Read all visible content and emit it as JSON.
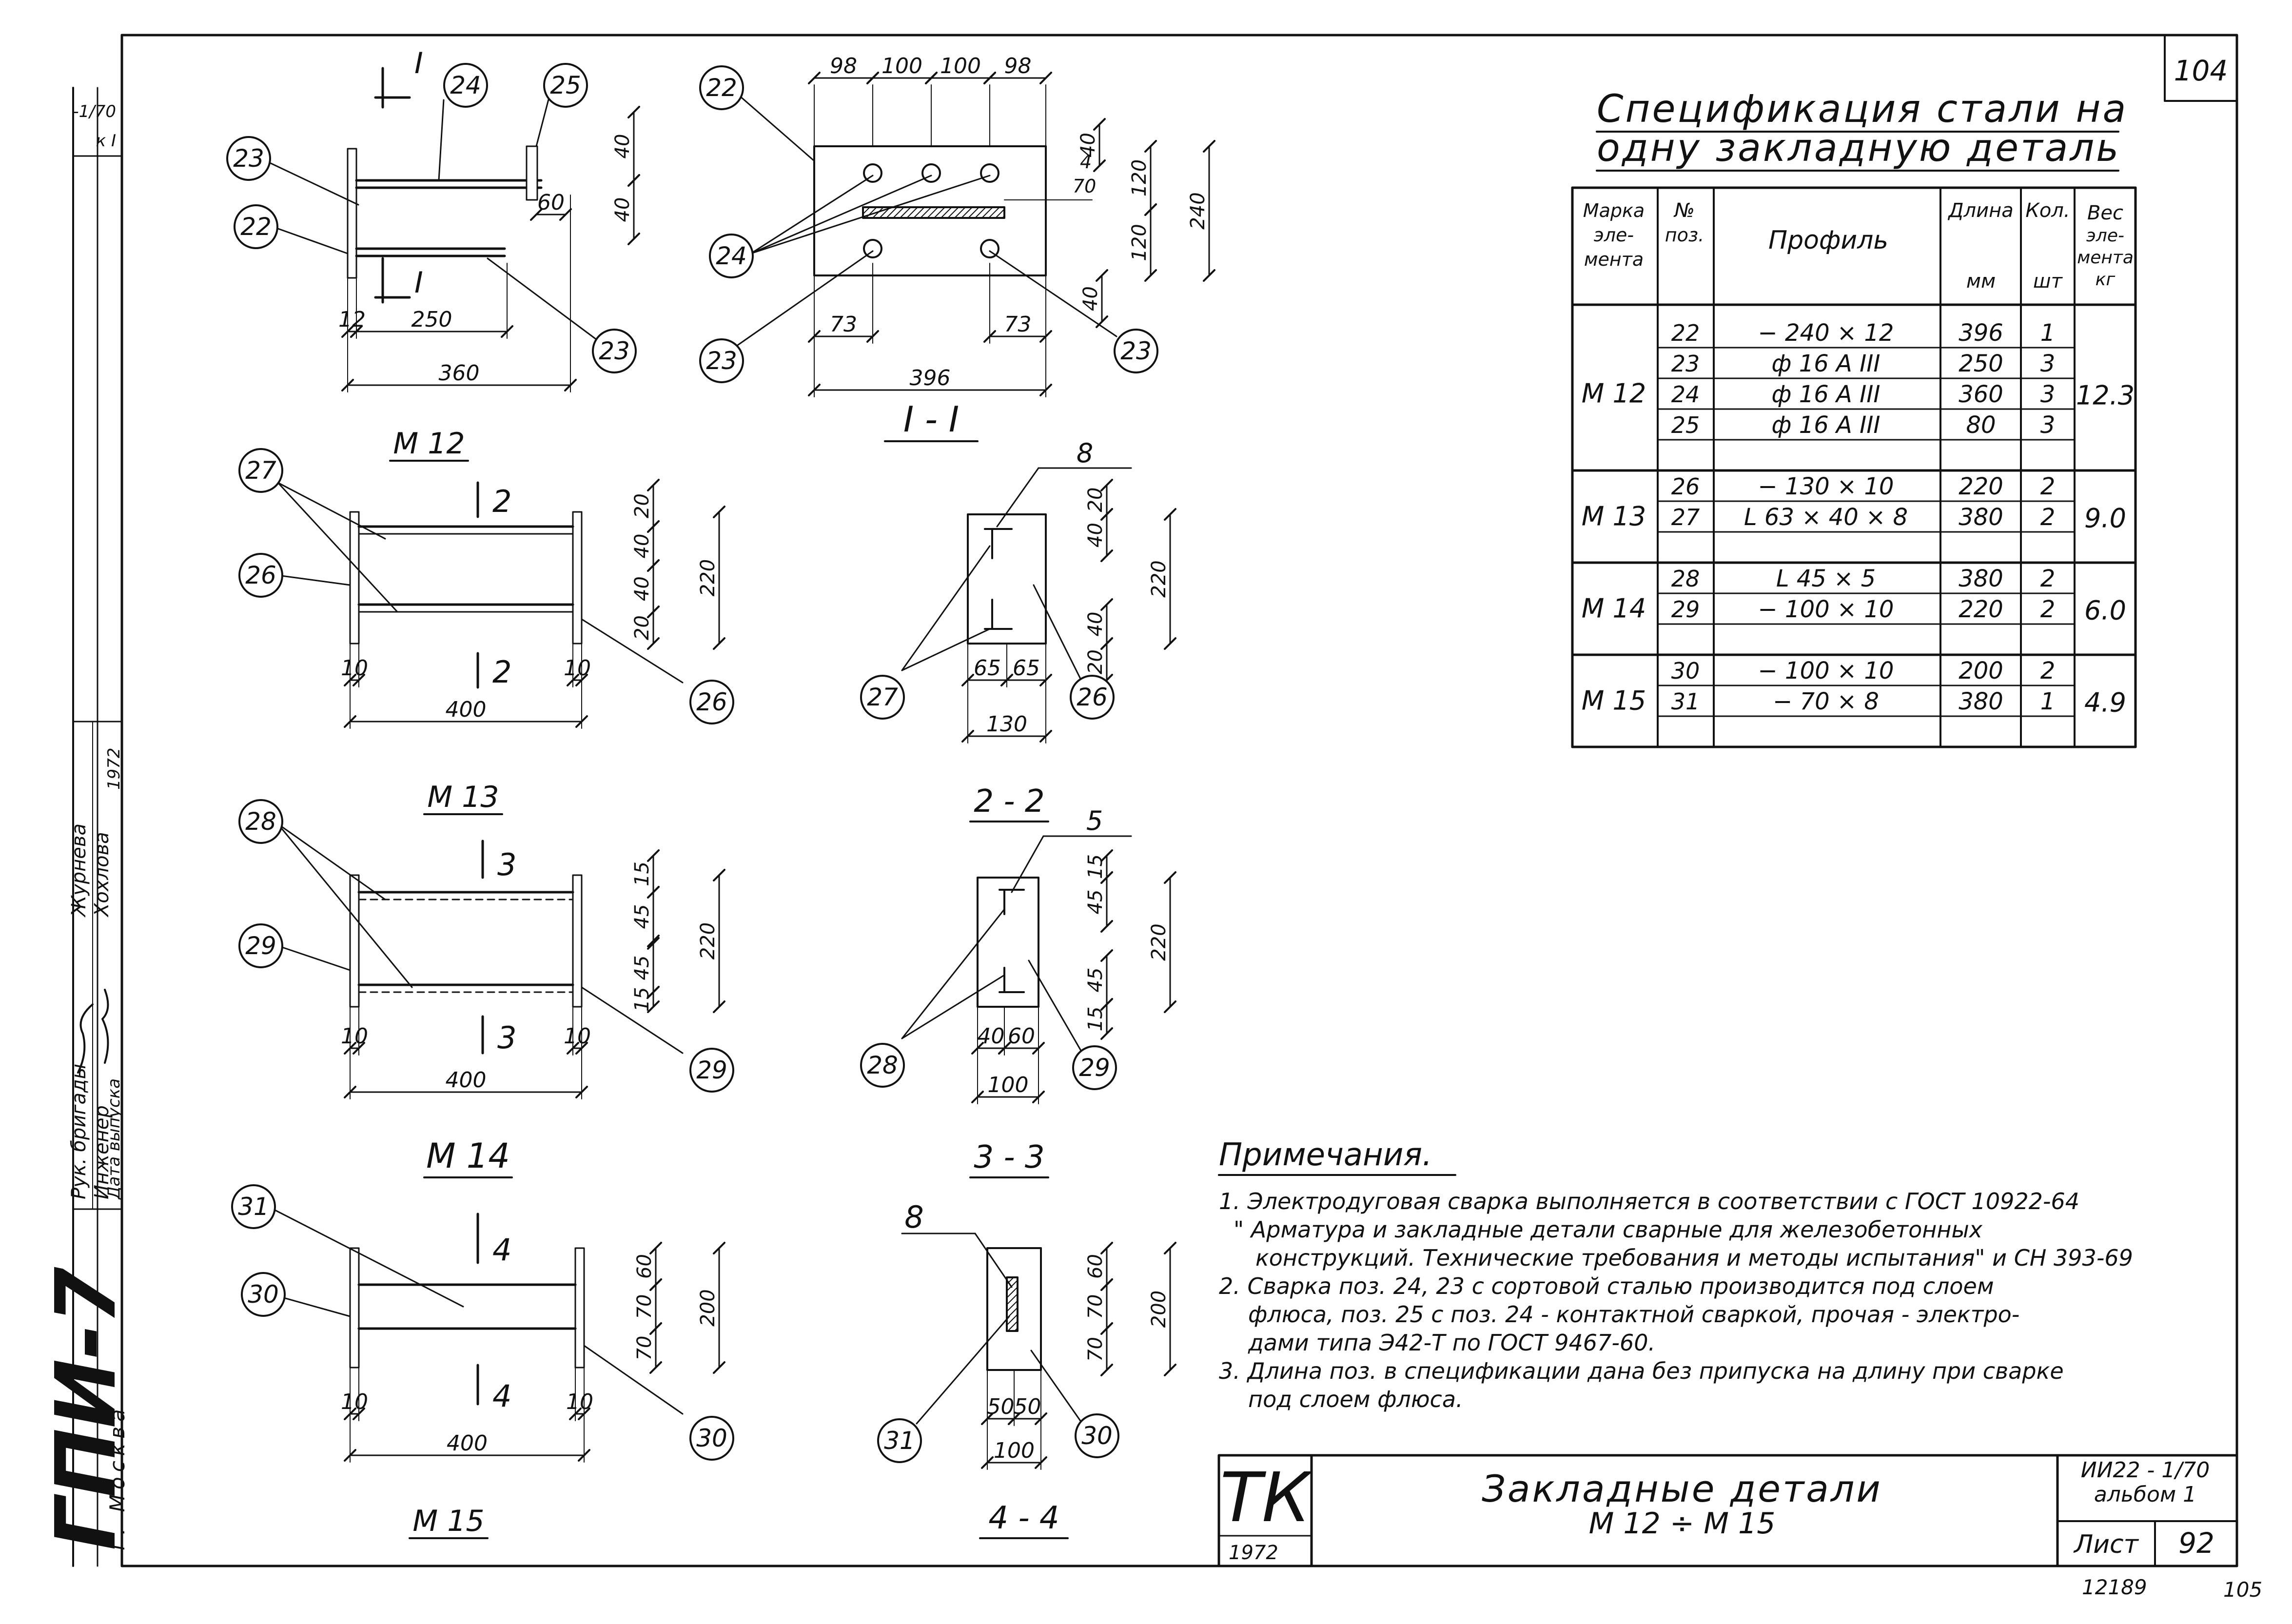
{
  "frame": {
    "sheet_number": "104",
    "corner_bottom": "12189",
    "corner_bottom_right": "105",
    "left_strip": {
      "org": "ГПИ-7",
      "city": "г. Москва",
      "row1_label": "Рук. бригады",
      "row1_value": "Журнева",
      "row2_label": "Инженер",
      "row2_value": "Хохлова",
      "row3_label": "Дата выпуска",
      "row3_value": "1972",
      "top_ref1": "-1/70",
      "top_ref2": "к I"
    }
  },
  "views": {
    "m12": {
      "caption": "М 12",
      "section_mark": "I",
      "dims": {
        "d40a": "40",
        "d40b": "40",
        "d60": "60",
        "d12": "12",
        "d250": "250",
        "d360": "360"
      },
      "callouts": {
        "c24": "24",
        "c25": "25",
        "c23a": "23",
        "c22": "22",
        "c23b": "23"
      }
    },
    "s11": {
      "caption": "I - I",
      "dims": {
        "d98a": "98",
        "d100a": "100",
        "d100b": "100",
        "d98b": "98",
        "d40": "40",
        "d4": "4",
        "d70": "70",
        "d120a": "120",
        "d120b": "120",
        "d240": "240",
        "d40b": "40",
        "d73a": "73",
        "d73b": "73",
        "d396": "396"
      },
      "callouts": {
        "c22": "22",
        "c24": "24",
        "c23a": "23",
        "c23b": "23"
      }
    },
    "m13": {
      "caption": "М 13",
      "section_mark": "2",
      "dims": {
        "d20a": "20",
        "d40a": "40",
        "d40b": "40",
        "d20b": "20",
        "d220": "220",
        "d10a": "10",
        "d10b": "10",
        "d400": "400"
      },
      "callouts": {
        "c27": "27",
        "c26a": "26",
        "c26b": "26"
      }
    },
    "s22": {
      "caption": "2 - 2",
      "weld": "8",
      "dims": {
        "d20a": "20",
        "d40a": "40",
        "d40b": "40",
        "d20b": "20",
        "d220": "220",
        "d65a": "65",
        "d65b": "65",
        "d130": "130"
      },
      "callouts": {
        "c27": "27",
        "c26": "26"
      }
    },
    "m14": {
      "caption": "М 14",
      "section_mark": "3",
      "dims": {
        "d15a": "15",
        "d45a": "45",
        "d45b": "45",
        "d15b": "15",
        "d220": "220",
        "d10a": "10",
        "d10b": "10",
        "d400": "400"
      },
      "callouts": {
        "c28": "28",
        "c29a": "29",
        "c29b": "29"
      }
    },
    "s33": {
      "caption": "3 - 3",
      "weld": "5",
      "dims": {
        "d15a": "15",
        "d45a": "45",
        "d45b": "45",
        "d15b": "15",
        "d220": "220",
        "d40": "40",
        "d60": "60",
        "d100": "100"
      },
      "callouts": {
        "c28": "28",
        "c29": "29"
      }
    },
    "m15": {
      "caption": "М 15",
      "section_mark": "4",
      "dims": {
        "d60": "60",
        "d70a": "70",
        "d70b": "70",
        "d200": "200",
        "d10a": "10",
        "d10b": "10",
        "d400": "400"
      },
      "callouts": {
        "c31": "31",
        "c30a": "30",
        "c30b": "30"
      }
    },
    "s44": {
      "caption": "4 - 4",
      "weld": "8",
      "dims": {
        "d60": "60",
        "d70a": "70",
        "d70b": "70",
        "d200": "200",
        "d50a": "50",
        "d50b": "50",
        "d100": "100"
      },
      "callouts": {
        "c31": "31",
        "c30": "30"
      }
    }
  },
  "spec": {
    "title_line1": "Спецификация стали на",
    "title_line2": "одну закладную деталь",
    "headers": {
      "mark": [
        "Марка",
        "эле-",
        "мента"
      ],
      "pos": [
        "№",
        "поз."
      ],
      "profile": "Профиль",
      "length": [
        "Длина",
        "мм"
      ],
      "qty": [
        "Кол.",
        "шт"
      ],
      "weight": [
        "Вес",
        "эле-",
        "мента",
        "кг"
      ]
    },
    "groups": [
      {
        "mark": "М 12",
        "weight": "12.3",
        "rows": [
          {
            "pos": "22",
            "profile": "− 240 × 12",
            "length": "396",
            "qty": "1"
          },
          {
            "pos": "23",
            "profile": "ф 16 А III",
            "length": "250",
            "qty": "3"
          },
          {
            "pos": "24",
            "profile": "ф 16 А III",
            "length": "360",
            "qty": "3"
          },
          {
            "pos": "25",
            "profile": "ф 16 А III",
            "length": "80",
            "qty": "3"
          }
        ]
      },
      {
        "mark": "М 13",
        "weight": "9.0",
        "rows": [
          {
            "pos": "26",
            "profile": "− 130 × 10",
            "length": "220",
            "qty": "2"
          },
          {
            "pos": "27",
            "profile": "L 63 × 40 × 8",
            "length": "380",
            "qty": "2"
          }
        ]
      },
      {
        "mark": "М 14",
        "weight": "6.0",
        "rows": [
          {
            "pos": "28",
            "profile": "L 45 × 5",
            "length": "380",
            "qty": "2"
          },
          {
            "pos": "29",
            "profile": "− 100 × 10",
            "length": "220",
            "qty": "2"
          }
        ]
      },
      {
        "mark": "М 15",
        "weight": "4.9",
        "rows": [
          {
            "pos": "30",
            "profile": "− 100 × 10",
            "length": "200",
            "qty": "2"
          },
          {
            "pos": "31",
            "profile": "− 70 × 8",
            "length": "380",
            "qty": "1"
          }
        ]
      }
    ]
  },
  "notes": {
    "title": "Примечания.",
    "lines": [
      "1. Электродуговая сварка выполняется в соответствии с ГОСТ 10922-64",
      "\" Арматура и закладные детали сварные для железобетонных",
      "конструкций. Технические требования и методы испытания\" и СН 393-69",
      "2. Сварка поз. 24, 23 с сортовой сталью производится под слоем",
      "флюса, поз. 25 с поз. 24 - контактной сваркой, прочая - электро-",
      "дами типа Э42-Т по ГОСТ 9467-60.",
      "3. Длина поз. в спецификации дана без припуска на длину при сварке",
      "под слоем флюса."
    ]
  },
  "title_block": {
    "tk": "ТК",
    "year": "1972",
    "title_line1": "Закладные детали",
    "title_line2": "М 12 ÷ М 15",
    "doc_code": "ИИ22 - 1/70",
    "album": "альбом 1",
    "sheet_label": "Лист",
    "sheet_value": "92"
  }
}
